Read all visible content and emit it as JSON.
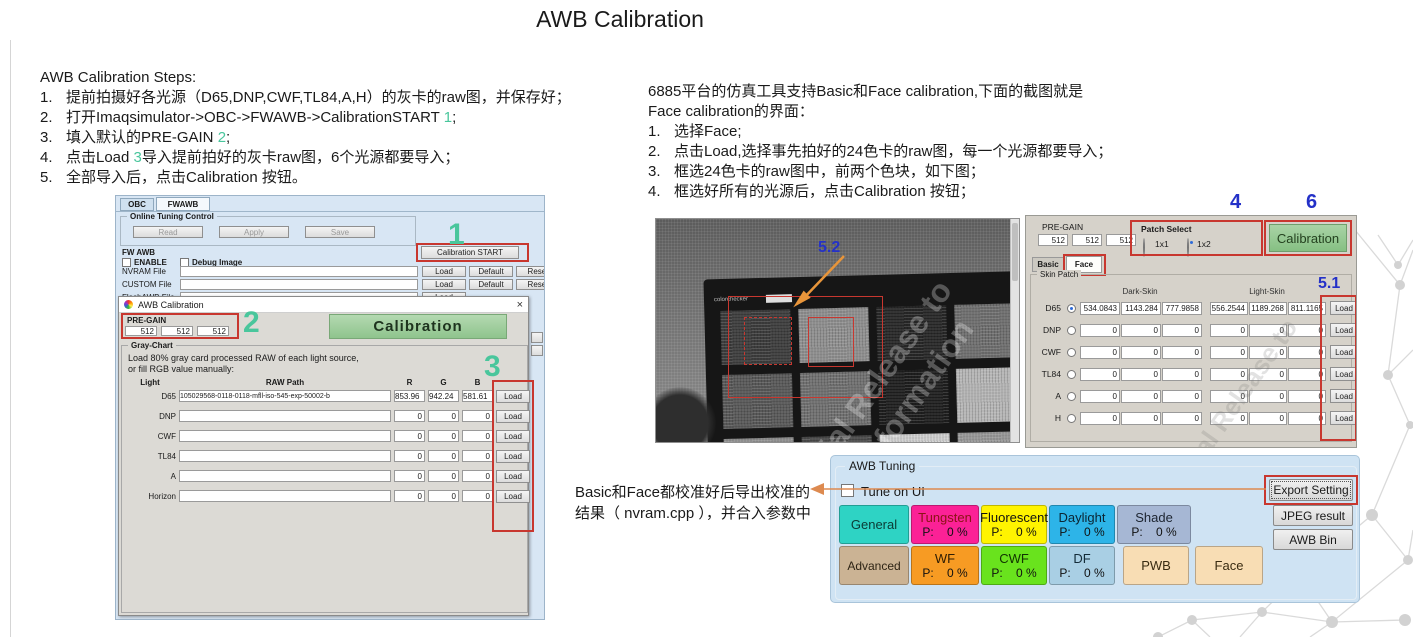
{
  "title": "AWB Calibration",
  "markers": {
    "m1": "1",
    "m2": "2",
    "m3": "3",
    "m4": "4",
    "m51": "5.1",
    "m52": "5.2",
    "m6": "6"
  },
  "colors": {
    "highlight": "#c8372f",
    "marker_green": "#49c69c",
    "marker_blue": "#2431c8",
    "arrow_orange": "#e8953a",
    "calibration_green": "#8fc48d",
    "tuning_panel": "#cfe3f3"
  },
  "left_steps": {
    "heading": "AWB Calibration Steps:",
    "items": [
      {
        "num": "1.",
        "pre": "提前拍摄好各光源（D65,DNP,CWF,TL84,A,H）的灰卡的raw图，并保存好；",
        "marker": "",
        "post": ""
      },
      {
        "num": "2.",
        "pre": "打开Imaqsimulator->OBC->FWAWB->CalibrationSTART ",
        "marker": "1",
        "post": ";"
      },
      {
        "num": "3.",
        "pre": "填入默认的PRE-GAIN ",
        "marker": "2",
        "post": ";"
      },
      {
        "num": "4.",
        "pre": "点击Load ",
        "marker": "3",
        "post": "导入提前拍好的灰卡raw图，6个光源都要导入；"
      },
      {
        "num": "5.",
        "pre": "全部导入后，点击Calibration 按钮。",
        "marker": "",
        "post": ""
      }
    ]
  },
  "right_steps": {
    "intro1": "6885平台的仿真工具支持Basic和Face calibration,下面的截图就是",
    "intro2": "Face calibration的界面：",
    "items": [
      {
        "num": "1.",
        "text": "选择Face;"
      },
      {
        "num": "2.",
        "text": "点击Load,选择事先拍好的24色卡的raw图，每一个光源都要导入；"
      },
      {
        "num": "3.",
        "text": "框选24色卡的raw图中，前两个色块，如下图；"
      },
      {
        "num": "4.",
        "text": "框选好所有的光源后，点击Calibration 按钮；"
      }
    ]
  },
  "fw_window": {
    "tabs": [
      {
        "label": "OBC"
      },
      {
        "label": "FWAWB"
      }
    ],
    "online_group": "Online Tuning Control",
    "read": "Read",
    "apply": "Apply",
    "save": "Save",
    "fw_awb": "FW AWB",
    "enable": "ENABLE",
    "debug": "Debug Image",
    "calib_start": "Calibration START",
    "file_rows": [
      {
        "label": "NVRAM File",
        "b0": "Load",
        "b1": "Default",
        "b2": "Reset"
      },
      {
        "label": "CUSTOM File",
        "b0": "Load",
        "b1": "Default",
        "b2": "Reset"
      },
      {
        "label": "FlashAWB File",
        "b0": "Load",
        "b1": "",
        "b2": ""
      }
    ]
  },
  "awb_dialog": {
    "title": "AWB Calibration",
    "close": "×",
    "pregain_label": "PRE-GAIN",
    "pregain": [
      "512",
      "512",
      "512"
    ],
    "calibration": "Calibration",
    "group": "Gray-Chart",
    "desc1": "Load 80% gray card processed RAW of each light source,",
    "desc2": "or fill RGB value manually:",
    "headers": {
      "light": "Light",
      "path": "RAW Path",
      "r": "R",
      "g": "G",
      "b": "B"
    },
    "load": "Load",
    "rows": [
      {
        "label": "D65",
        "path": "105029568-0118-0118-mfll-iso-545-exp-50002-b",
        "r": "853.96",
        "g": "942.24",
        "b": "581.61"
      },
      {
        "label": "DNP",
        "path": "",
        "r": "0",
        "g": "0",
        "b": "0"
      },
      {
        "label": "CWF",
        "path": "",
        "r": "0",
        "g": "0",
        "b": "0"
      },
      {
        "label": "TL84",
        "path": "",
        "r": "0",
        "g": "0",
        "b": "0"
      },
      {
        "label": "A",
        "path": "",
        "r": "0",
        "g": "0",
        "b": "0"
      },
      {
        "label": "Horizon",
        "path": "",
        "r": "0",
        "g": "0",
        "b": "0"
      }
    ]
  },
  "image_panel": {
    "chart_label": "colorchecker"
  },
  "face_panel": {
    "pregain_label": "PRE-GAIN",
    "pregain": [
      "512",
      "512",
      "512"
    ],
    "patch_select": "Patch Select",
    "opt1": "1x1",
    "opt2": "1x2",
    "calibration": "Calibration",
    "tab_basic": "Basic",
    "tab_face": "Face",
    "group": "Skin Patch",
    "hdr_dark": "Dark-Skin",
    "hdr_light": "Light-Skin",
    "load": "Load",
    "rows": [
      {
        "label": "D65",
        "d0": "534.0843",
        "d1": "1143.284",
        "d2": "777.9858",
        "l0": "556.2544",
        "l1": "1189.268",
        "l2": "811.1165"
      },
      {
        "label": "DNP",
        "d0": "0",
        "d1": "0",
        "d2": "0",
        "l0": "0",
        "l1": "0",
        "l2": "0"
      },
      {
        "label": "CWF",
        "d0": "0",
        "d1": "0",
        "d2": "0",
        "l0": "0",
        "l1": "0",
        "l2": "0"
      },
      {
        "label": "TL84",
        "d0": "0",
        "d1": "0",
        "d2": "0",
        "l0": "0",
        "l1": "0",
        "l2": "0"
      },
      {
        "label": "A",
        "d0": "0",
        "d1": "0",
        "d2": "0",
        "l0": "0",
        "l1": "0",
        "l2": "0"
      },
      {
        "label": "H",
        "d0": "0",
        "d1": "0",
        "d2": "0",
        "l0": "0",
        "l1": "0",
        "l2": "0"
      }
    ]
  },
  "tuning": {
    "legend": "AWB Tuning",
    "checkbox": "Tune on UI",
    "grid": [
      {
        "label": "General",
        "sub": "",
        "bg": "#2ed3c4",
        "fg": "#0b3b35"
      },
      {
        "label": "Tungsten",
        "sub": "P:    0 %",
        "bg": "#fb2196",
        "fg": "#8a1313"
      },
      {
        "label": "Fluorescent",
        "sub": "P:    0 %",
        "bg": "#fff400",
        "fg": "#111111"
      },
      {
        "label": "Daylight",
        "sub": "P:    0 %",
        "bg": "#2db4e8",
        "fg": "#0b2533"
      },
      {
        "label": "Shade",
        "sub": "P:    0 %",
        "bg": "#a6b7d4",
        "fg": "#1c2430"
      },
      {
        "label": "Advanced",
        "sub": "",
        "bg": "#cbb394",
        "fg": "#2e2415"
      },
      {
        "label": "WF",
        "sub": "P:    0 %",
        "bg": "#f79b23",
        "fg": "#2e1d04"
      },
      {
        "label": "CWF",
        "sub": "P:    0 %",
        "bg": "#69e31d",
        "fg": "#113301"
      },
      {
        "label": "DF",
        "sub": "P:    0 %",
        "bg": "#a9cfe4",
        "fg": "#132b38"
      },
      {
        "label": "PWB",
        "sub": "",
        "bg": "#f8ddb4",
        "fg": "#3a2c12"
      },
      {
        "label": "Face",
        "sub": "",
        "bg": "#f8ddb4",
        "fg": "#3a2c12"
      }
    ],
    "export": "Export Setting",
    "jpeg": "JPEG result",
    "awbbin": "AWB Bin"
  },
  "note": {
    "text": "Basic和Face都校准好后导出校准的结果（ nvram.cpp ），并合入参数中"
  },
  "watermark": {
    "line1": "Confidential Release to",
    "line2": "Customer Information"
  }
}
